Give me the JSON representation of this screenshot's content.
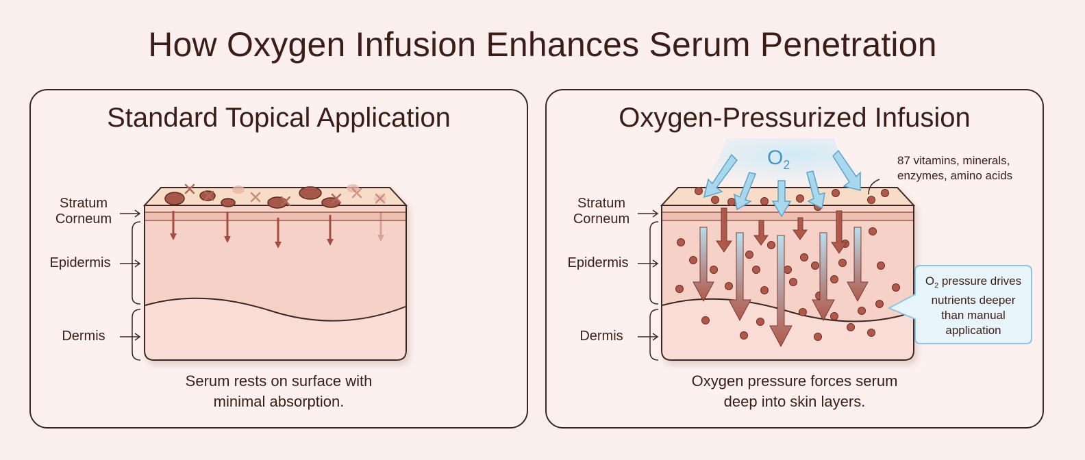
{
  "title": "How Oxygen Infusion Enhances Serum Penetration",
  "panels": {
    "left": {
      "title": "Standard Topical Application",
      "caption_line1": "Serum rests on surface with",
      "caption_line2": "minimal absorption.",
      "labels": {
        "stratum_line1": "Stratum",
        "stratum_line2": "Corneum",
        "epidermis": "Epidermis",
        "dermis": "Dermis"
      }
    },
    "right": {
      "title": "Oxygen-Pressurized Infusion",
      "caption_line1": "Oxygen pressure forces serum",
      "caption_line2": "deep into skin layers.",
      "o2_label": "O",
      "o2_sub": "2",
      "nutrients_line1": "87 vitamins, minerals,",
      "nutrients_line2": "enzymes, amino acids",
      "callout": {
        "prefix": "O",
        "sub": "2",
        "line1_rest": " pressure drives",
        "line2": "nutrients deeper",
        "line3": "than manual",
        "line4": "application"
      },
      "labels": {
        "stratum_line1": "Stratum",
        "stratum_line2": "Corneum",
        "epidermis": "Epidermis",
        "dermis": "Dermis"
      }
    }
  },
  "colors": {
    "outline": "#3b2520",
    "skin_top": "#f7dcc8",
    "skin_stripe": "#eec0b3",
    "epidermis": "#f4cdc4",
    "dermis": "#f8dcd5",
    "arrow_brown": "#b0584a",
    "oxygen_blue": "#a9d8ee",
    "callout_bg": "#e7f4fa"
  }
}
